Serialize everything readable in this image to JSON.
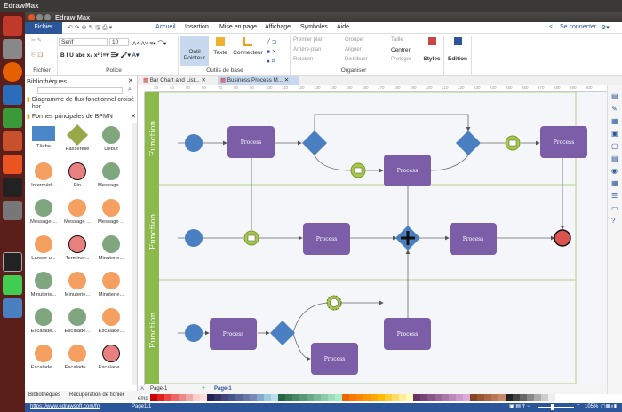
{
  "os": {
    "top_title": "EdrawMax"
  },
  "window": {
    "title": "Edraw Max"
  },
  "menu": {
    "file": "Fichier",
    "items": [
      "Accueil",
      "Insertion",
      "Mise en page",
      "Affichage",
      "Symboles",
      "Aide"
    ],
    "signin": "Se connecter"
  },
  "ribbon": {
    "font_name": "Serif",
    "font_size": "10",
    "groups": {
      "file": "Fichier",
      "font": "Police",
      "basic": "Outils de base",
      "organize": "Organiser"
    },
    "pointer": [
      "Outil",
      "Pointeur"
    ],
    "text": "Texte",
    "connector": "Connecteur",
    "organize_items": [
      "Premier plan",
      "Arrière-plan",
      "Rotation",
      "Grouper",
      "Aligner",
      "Distribuer",
      "Taille",
      "Centrer",
      "Protéger"
    ],
    "styles": "Styles",
    "edition": "Edition"
  },
  "library": {
    "title": "Bibliothèques",
    "search_placeholder": "",
    "categories": [
      "Diagramme de flux fonctionnel croisé hor",
      "Formes principales de BPMN"
    ],
    "shapes": [
      "Tâche",
      "Passerelle",
      "Début",
      "Interméd...",
      "Fin",
      "Message ...",
      "Message ...",
      "Message ...",
      "Message ...",
      "Lancer u...",
      "Terminer...",
      "Minuterie...",
      "Minuterie...",
      "Minuterie...",
      "Minuterie...",
      "Escalade...",
      "Escalade...",
      "Escalade...",
      "Escalade...",
      "Escalade...",
      "Escalade..."
    ],
    "bottom_tabs": [
      "Bibliothèques",
      "Récupération de fichier"
    ]
  },
  "doc_tabs": [
    "Bar Chart and List...",
    "Business Process M..."
  ],
  "ruler": [
    "30",
    "40",
    "50",
    "60",
    "70",
    "80",
    "90",
    "100",
    "110",
    "120",
    "130",
    "140",
    "150",
    "160",
    "170",
    "180",
    "190",
    "200",
    "210",
    "220",
    "230",
    "240",
    "250",
    "260",
    "270",
    "280",
    "290",
    "300"
  ],
  "diagram": {
    "lanes": [
      "Function",
      "Function",
      "Function"
    ],
    "process_label": "Process"
  },
  "pages": {
    "current": "Page-1",
    "tab": "Page-1"
  },
  "palette_label": "emp",
  "status": {
    "url": "https://www.edrawsoft.com/fr/",
    "page": "Page1/1",
    "zoom": "105%"
  },
  "colors": {
    "accent": "#2b579a",
    "process": "#7b5ea7",
    "gateway": "#4a7fc1",
    "lane": "#8bb94a"
  }
}
